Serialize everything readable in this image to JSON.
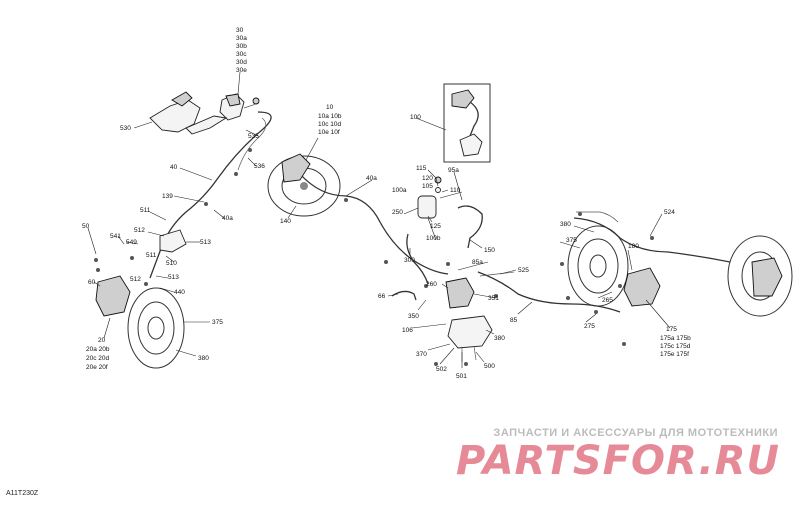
{
  "diagram_code": "A11T230Z",
  "watermark": {
    "subtitle": "ЗАПЧАСТИ И АКСЕССУАРЫ ДЛЯ МОТОТЕХНИКИ",
    "logo": "PARTSFOR.RU"
  },
  "callouts": {
    "c30": [
      "30",
      "30a",
      "30b",
      "30c",
      "30d",
      "30e"
    ],
    "c530": "530",
    "c535": "535",
    "c536": "536",
    "c10": [
      "10",
      "10a 10b",
      "10c 10d",
      "10e 10f"
    ],
    "c100": "100",
    "c40": "40",
    "c139": "139",
    "c140": "140",
    "c40a": "40a",
    "c40b": "40a",
    "c511": "511",
    "c511b": "511",
    "c512": "512",
    "c512b": "512",
    "c513": "513",
    "c513b": "513",
    "c510": "510",
    "c549": "549",
    "c541": "541",
    "c50": "50",
    "c60": "60",
    "c440": "440",
    "c375": "375",
    "c375b": "375",
    "c380": "380",
    "c380b": "380",
    "c20": [
      "20",
      "20a 20b",
      "20c 20d",
      "20e 20f"
    ],
    "c115": "115",
    "c120": "120",
    "c105": "105",
    "c100a": "100a",
    "c110": "110",
    "c95a": "95a",
    "c250": "250",
    "c125": "125",
    "c100b": "100b",
    "c150": "150",
    "c300": "300",
    "c85a": "85a",
    "c525": "525",
    "c260": "260",
    "c351": "351",
    "c66": "66",
    "c350": "350",
    "c106": "106",
    "c85": "85",
    "c380c": "380",
    "c370": "370",
    "c502": "502",
    "c501": "501",
    "c500": "500",
    "c524": "524",
    "c180": "180",
    "c265": "265",
    "c275": "275",
    "c175": [
      "175",
      "175a 175b",
      "175c 175d",
      "175e 175f"
    ]
  }
}
